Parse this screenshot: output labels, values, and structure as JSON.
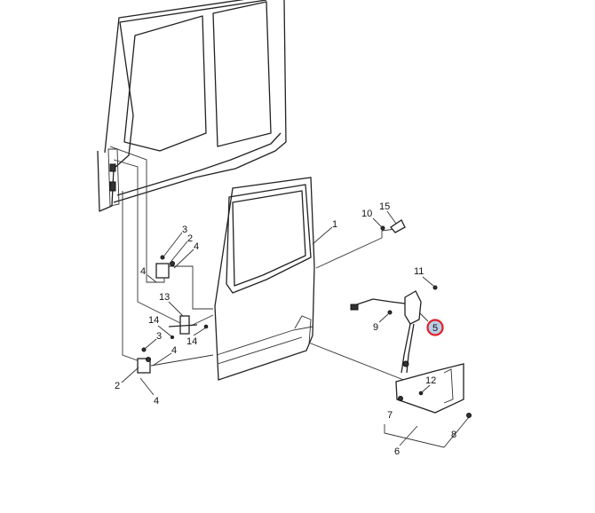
{
  "diagram": {
    "title": "Door assembly exploded view",
    "highlight_color": "#e0202a",
    "highlight_fill": "#b9cde6",
    "callouts": {
      "c1": "1",
      "c2a": "2",
      "c2b": "2",
      "c3a": "3",
      "c3b": "3",
      "c4a": "4",
      "c4b": "4",
      "c4c": "4",
      "c4d": "4",
      "c5": "5",
      "c6": "6",
      "c7": "7",
      "c8": "8",
      "c9": "9",
      "c10": "10",
      "c11": "11",
      "c12": "12",
      "c13": "13",
      "c14a": "14",
      "c14b": "14",
      "c15": "15"
    },
    "selected_callout": "5"
  }
}
